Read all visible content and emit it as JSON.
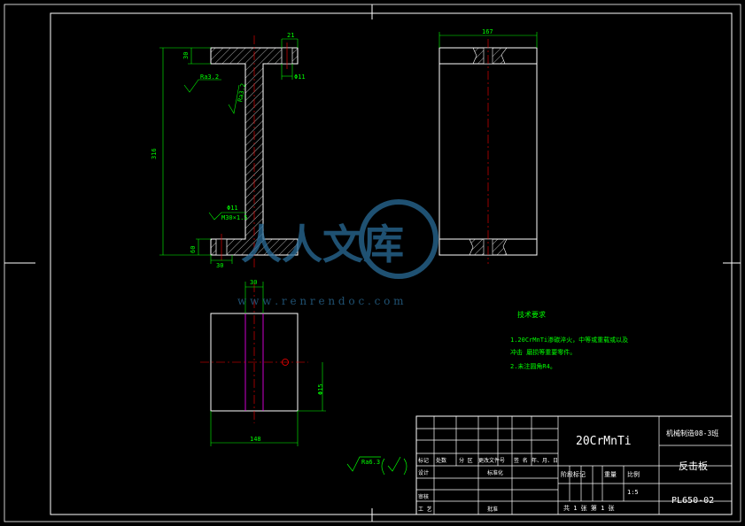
{
  "drawing": {
    "front_view": {
      "dims": {
        "top_thickness": "30",
        "flange_right": "21",
        "hole_dia_top": "Φ11",
        "height": "316",
        "hole_dia_bottom": "Φ11",
        "bottom_thickness": "60",
        "bottom_width": "30"
      },
      "roughness": {
        "top": "Ra3.2",
        "web": "Ra3.2",
        "bottom": "M30×1.5"
      }
    },
    "side_view": {
      "dims": {
        "width": "167"
      }
    },
    "plan_view": {
      "dims": {
        "slot_width": "30",
        "height": "Φ15",
        "width": "148"
      }
    },
    "tech_requirements": {
      "title": "技术要求",
      "lines": [
        "1.20CrMnTi渗碳淬火，中等或重载或以及",
        "冲击  磨损等重要零件。",
        "2.未注圆角R4。"
      ]
    },
    "general_roughness": "Ra6.3",
    "title_block": {
      "material": "20CrMnTi",
      "school": "机械制造08-3班",
      "part_name": "反击板",
      "drawing_no": "PL650-02",
      "scale_label": "比例",
      "scale": "1:5",
      "stage_label": "阶段标记",
      "weight_label": "重量",
      "sheet_info": "共 1 张   第 1 张",
      "headers": [
        "标记",
        "处数",
        "分 区",
        "更改文件号",
        "签 名",
        "年、月、日"
      ],
      "rows": [
        "设计",
        "标准化",
        "审核",
        "工 艺",
        "批准"
      ]
    },
    "watermark": {
      "text": "人人文库",
      "url": "w w w . r e n r e n d o c . c o m"
    }
  },
  "colors": {
    "background": "#000000",
    "frame": "#ffffff",
    "dimension": "#00ff00",
    "centerline": "#ff0000",
    "aux": "#ff00ff",
    "watermark": "#2a6d99"
  }
}
